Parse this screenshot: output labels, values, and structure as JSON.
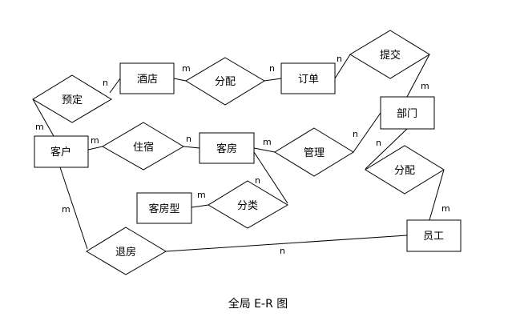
{
  "caption": "全局 E-R 图",
  "entities": {
    "hotel": "酒店",
    "order": "订单",
    "department": "部门",
    "customer": "客户",
    "room": "客房",
    "room_type": "客房型",
    "employee": "员工"
  },
  "relationships": {
    "reserve": "预定",
    "allocate_top": "分配",
    "submit": "提交",
    "stay": "住宿",
    "manage": "管理",
    "allocate_right": "分配",
    "classify": "分类",
    "checkout": "退房"
  },
  "cardinalities": {
    "reserve_hotel": "n",
    "reserve_customer": "m",
    "hotel_allocate": "m",
    "allocate_order": "n",
    "order_submit": "n",
    "submit_department": "m",
    "customer_stay": "m",
    "stay_room": "n",
    "room_manage": "m",
    "manage_department": "n",
    "department_allocate": "n",
    "allocate_employee": "m",
    "roomtype_classify": "m",
    "classify_room": "n",
    "customer_checkout": "m",
    "checkout_employee": "n"
  }
}
